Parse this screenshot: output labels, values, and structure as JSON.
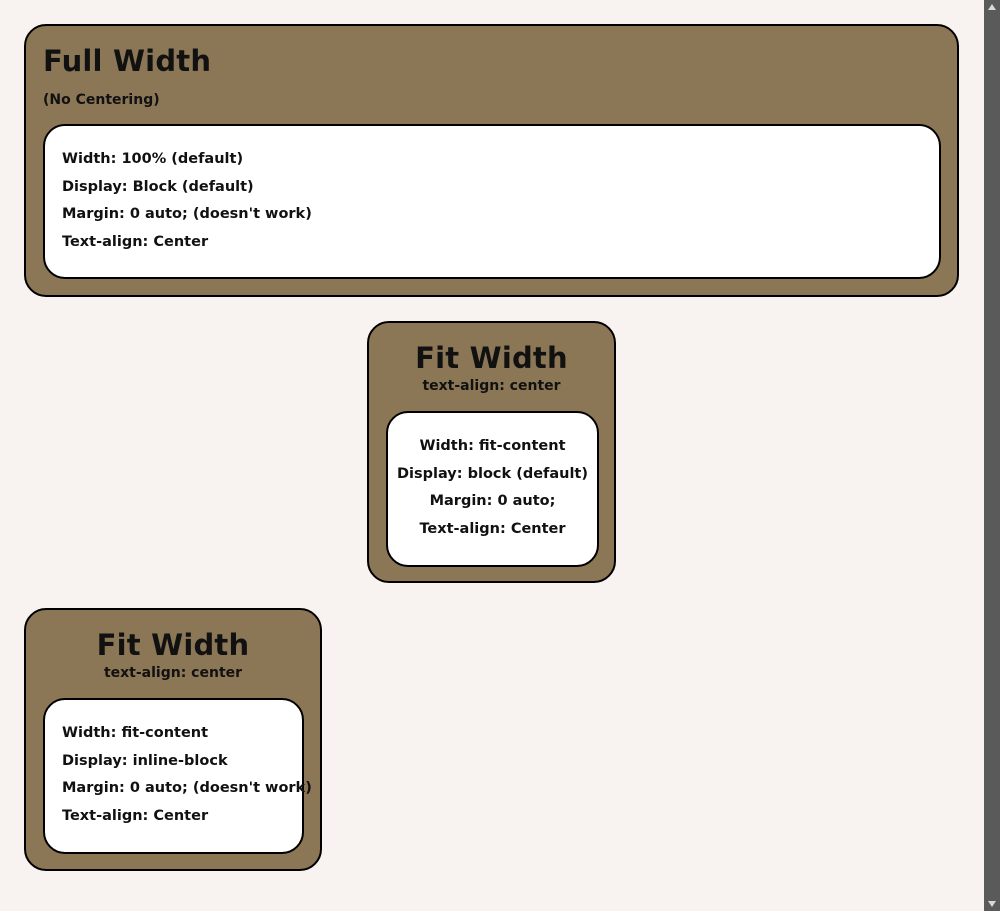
{
  "panels": [
    {
      "title": "Full Width",
      "subtitle": "(No Centering)",
      "lines": [
        "Width: 100% (default)",
        "Display: Block (default)",
        "Margin: 0 auto; (doesn't work)",
        "Text-align: Center"
      ]
    },
    {
      "title": "Fit Width",
      "subtitle": "text-align: center",
      "lines": [
        "Width: fit-content",
        "Display: block (default)",
        "Margin: 0 auto;",
        "Text-align: Center"
      ]
    },
    {
      "title": "Fit Width",
      "subtitle": "text-align: center",
      "lines": [
        "Width: fit-content",
        "Display: inline-block",
        "Margin: 0 auto; (doesn't work)",
        "Text-align: Center"
      ]
    }
  ],
  "colors": {
    "page_background": "#f8f3f0",
    "panel_background": "#8b7755",
    "inner_background": "#ffffff",
    "border": "#000000",
    "scrollbar": "#5a5a5a"
  },
  "icons": {
    "scroll_up": "triangle-up-icon",
    "scroll_down": "triangle-down-icon"
  }
}
